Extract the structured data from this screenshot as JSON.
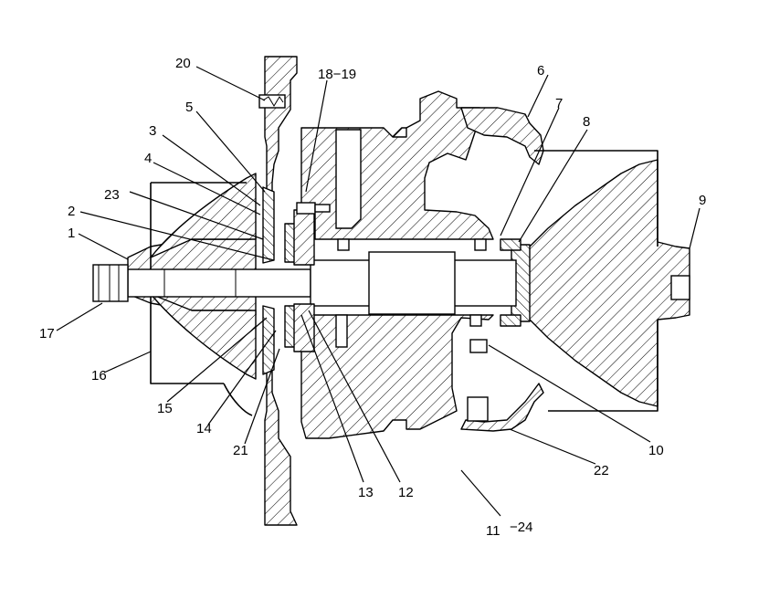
{
  "labels": {
    "l1": "1",
    "l2": "2",
    "l3": "3",
    "l4": "4",
    "l5": "5",
    "l6": "6",
    "l7": "7",
    "l8": "8",
    "l9": "9",
    "l10": "10",
    "l11": "11",
    "l11_suffix": "−24",
    "l12": "12",
    "l13": "13",
    "l14": "14",
    "l15": "15",
    "l16": "16",
    "l17": "17",
    "l18_19": "18−19",
    "l20": "20",
    "l21": "21",
    "l22": "22",
    "l23": "23"
  }
}
